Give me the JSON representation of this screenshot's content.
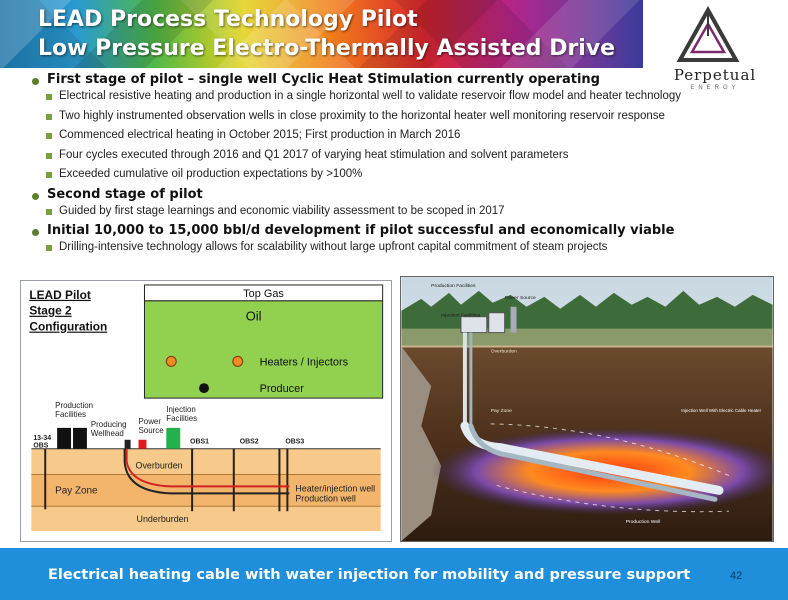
{
  "header": {
    "title_line1": "LEAD Process Technology Pilot",
    "title_line2": "Low Pressure Electro-Thermally Assisted Drive"
  },
  "logo": {
    "name": "Perpetual",
    "sub": "ENERGY"
  },
  "bullets": [
    {
      "text": "First stage of pilot – single well Cyclic Heat Stimulation currently operating",
      "items": [
        "Electrical resistive heating and production in a single horizontal well to validate reservoir flow model and heater technology",
        "Two highly instrumented observation wells in close proximity to the horizontal heater well monitoring reservoir response",
        "Commenced electrical heating in October 2015; First production in March 2016",
        "Four cycles executed through 2016 and Q1 2017 of varying heat stimulation and solvent parameters",
        "Exceeded cumulative oil production expectations by >100%"
      ]
    },
    {
      "text": "Second stage of pilot",
      "items": [
        "Guided by first stage learnings and economic viability assessment to be scoped in 2017"
      ]
    },
    {
      "text": "Initial 10,000 to 15,000 bbl/d development if pilot successful and economically viable",
      "items": [
        "Drilling-intensive technology allows for scalability without large upfront capital commitment of steam projects"
      ]
    }
  ],
  "diagram": {
    "title_lines": [
      "LEAD Pilot",
      "Stage 2",
      "Configuration"
    ],
    "inset": {
      "top_gas": "Top Gas",
      "oil": "Oil",
      "heaters_label": "Heaters / Injectors",
      "producer_label": "Producer"
    },
    "labels": {
      "production_facilities_1": "Production",
      "production_facilities_2": "Facilities",
      "producing_wellhead_1": "Producing",
      "producing_wellhead_2": "Wellhead",
      "power_source_1": "Power",
      "power_source_2": "Source",
      "injection_facilities_1": "Injection",
      "injection_facilities_2": "Facilities",
      "well_13_34_a": "13-34",
      "well_13_34_b": "OBS",
      "obs1": "OBS1",
      "obs2": "OBS2",
      "obs3": "OBS3",
      "overburden": "Overburden",
      "pay_zone": "Pay Zone",
      "underburden": "Underburden",
      "heater_injection_well": "Heater/injection well",
      "production_well": "Production well"
    },
    "colors": {
      "oil_zone": "#92d050",
      "heater_dot": "#f08a24",
      "producer_dot": "#111111",
      "strata": "#f7c98a",
      "injection_facility": "#22b14c",
      "power_source": "#e01b1b"
    }
  },
  "scene": {
    "labels": {
      "production_facilities": "Production Facilities",
      "overburden": "Overburden",
      "pay_zone": "Pay Zone",
      "injection_well": "Injection Well With Electric Cable Heater",
      "production_well": "Production Well",
      "power_source": "Power Source",
      "injection_facilities": "Injection Facilities"
    }
  },
  "footer": {
    "text": "Electrical heating cable with water injection for mobility and pressure support",
    "page_number": "42",
    "color": "#1f8edb"
  }
}
